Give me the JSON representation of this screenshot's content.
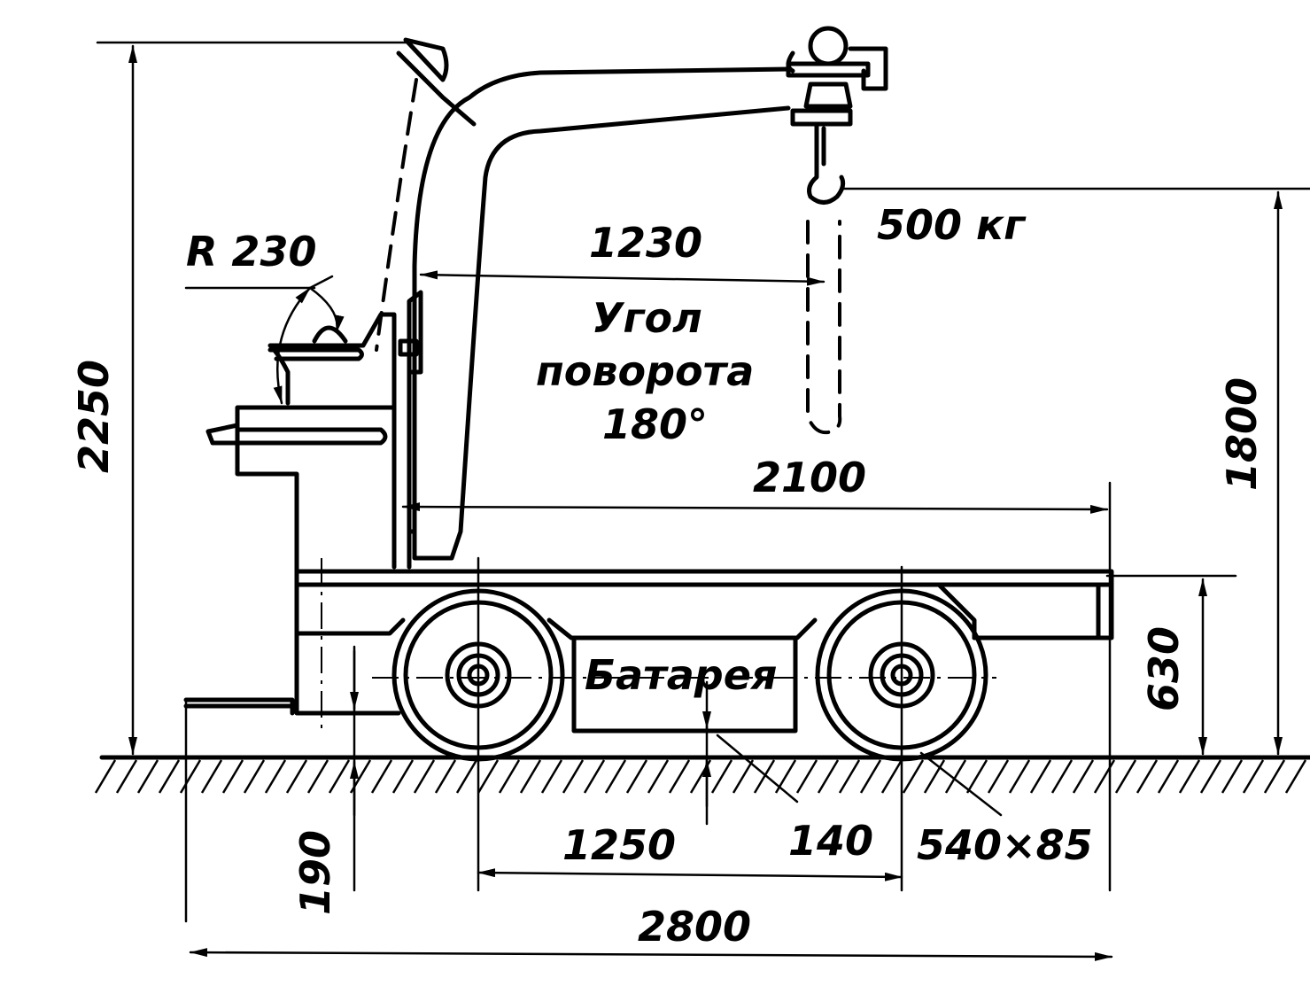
{
  "labels": {
    "dim_height_total": "2250",
    "dim_radius": "R 230",
    "dim_boom_reach": "1230",
    "capacity": "500 кг",
    "rotation_line1": "Угол",
    "rotation_line2": "поворота",
    "rotation_line3": "180°",
    "dim_platform_length": "2100",
    "dim_hook_height": "1800",
    "battery": "Батарея",
    "dim_platform_height": "630",
    "dim_ground_clearance_front": "190",
    "dim_wheelbase": "1250",
    "dim_ground_clearance": "140",
    "wheel_size": "540×85",
    "dim_overall_length": "2800"
  }
}
